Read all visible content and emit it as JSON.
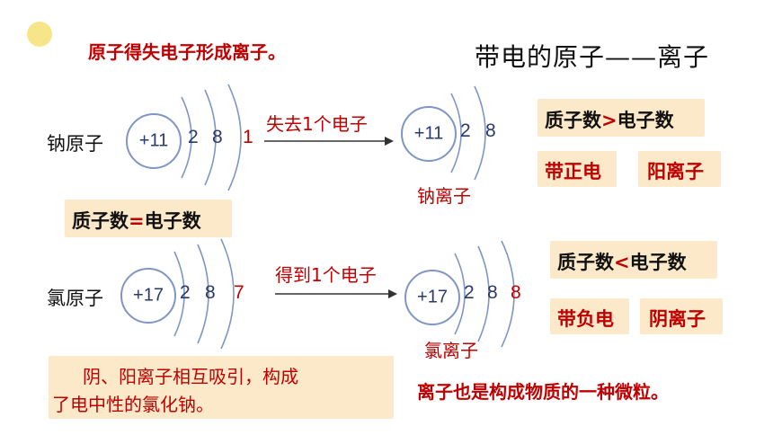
{
  "header": {
    "subtitle": "原子得失电子形成离子。",
    "title": "带电的原子——离子"
  },
  "sodium": {
    "atom_label": "钠原子",
    "atom_nucleus": "+11",
    "atom_shells": [
      "2",
      "8",
      "1"
    ],
    "process": "失去1个电子",
    "ion_nucleus": "+11",
    "ion_shells": [
      "2",
      "8"
    ],
    "ion_label": "钠离子",
    "relation": {
      "left": "质子数",
      "op": ">",
      "right": "电子数"
    },
    "charge": "带正电",
    "ion_type": "阳离子"
  },
  "equal_box": {
    "left": "质子数",
    "op": "=",
    "right": "电子数"
  },
  "chlorine": {
    "atom_label": "氯原子",
    "atom_nucleus": "+17",
    "atom_shells": [
      "2",
      "8",
      "7"
    ],
    "process": "得到1个电子",
    "ion_nucleus": "+17",
    "ion_shells": [
      "2",
      "8",
      "8"
    ],
    "ion_label": "氯离子",
    "relation": {
      "left": "质子数",
      "op": "<",
      "right": "电子数"
    },
    "charge": "带负电",
    "ion_type": "阴离子"
  },
  "note": {
    "line1": "阴、阳离子相互吸引，构成",
    "line2": "了电中性的氯化钠。"
  },
  "conclusion": "离子也是构成物质的一种微粒。",
  "colors": {
    "accent": "#c00000",
    "box": "#fbe9c9",
    "shell": "#7f96c4",
    "dot": "#f7e58a"
  }
}
